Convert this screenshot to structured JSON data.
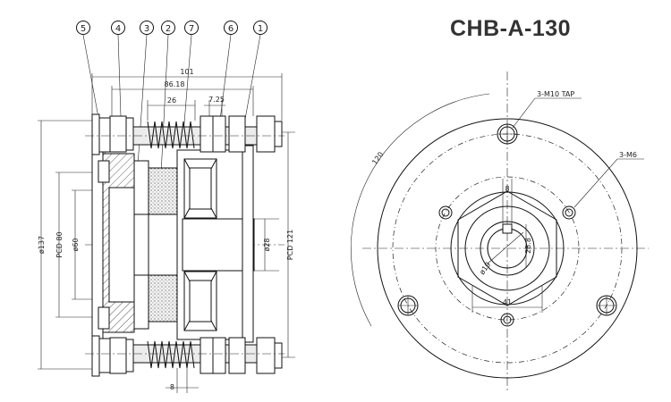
{
  "title": "CHB-A-130",
  "balloons": [
    "5",
    "4",
    "3",
    "2",
    "7",
    "6",
    "1"
  ],
  "side_view": {
    "dim_total": "101",
    "dim_inner": "86.18",
    "dim_26": "26",
    "dim_725": "7.25",
    "dia_outer": "ø137",
    "pcd_80": "PCD 80",
    "dia_60": "ø60",
    "dia_28": "ø28",
    "pcd_121": "PCD 121",
    "dim_bottom": "8"
  },
  "front_view": {
    "tap_label": "3-M10 TAP",
    "m6_label": "3-M6",
    "dim_120": "120",
    "dim_8": "8",
    "dim_288": "28.8",
    "dia_19": "ø19",
    "dim_41": "41"
  }
}
